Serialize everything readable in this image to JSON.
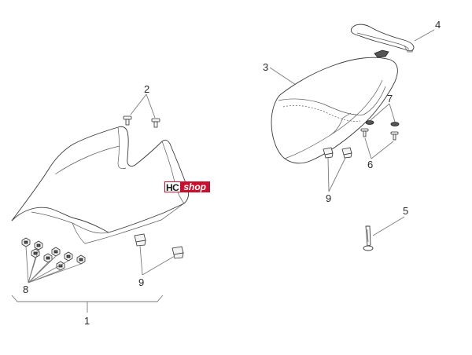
{
  "diagram": {
    "references": [
      {
        "id": "ref-1",
        "label": "1"
      },
      {
        "id": "ref-2",
        "label": "2"
      },
      {
        "id": "ref-3",
        "label": "3"
      },
      {
        "id": "ref-4",
        "label": "4"
      },
      {
        "id": "ref-5",
        "label": "5"
      },
      {
        "id": "ref-6",
        "label": "6"
      },
      {
        "id": "ref-7",
        "label": "7"
      },
      {
        "id": "ref-8",
        "label": "8"
      },
      {
        "id": "ref-9a",
        "label": "9"
      },
      {
        "id": "ref-9b",
        "label": "9"
      }
    ]
  },
  "watermark": {
    "part_a": "HC",
    "part_b": "shop"
  },
  "colors": {
    "watermark_red": "#c8102e",
    "line": "#3a3a3a",
    "leader": "#7a7a7a",
    "background": "#ffffff"
  }
}
